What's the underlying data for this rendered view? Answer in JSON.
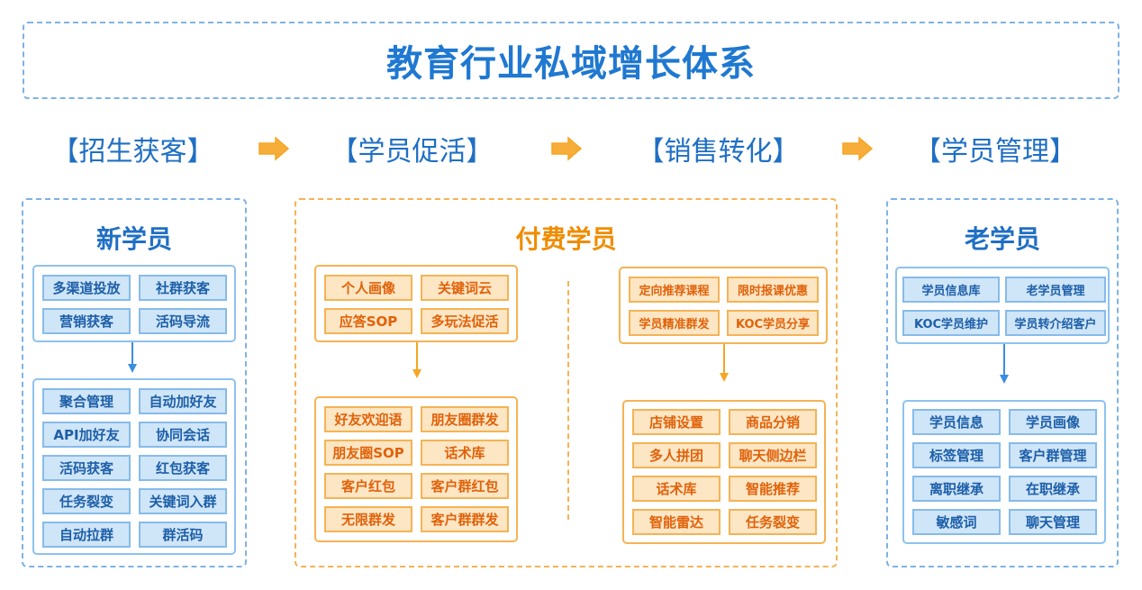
{
  "title": "教育行业私域增长体系",
  "stages": [
    "【招生获客】",
    "【学员促活】",
    "【销售转化】",
    "【学员管理】"
  ],
  "colors": {
    "blue_text": "#1f6fc4",
    "orange_text": "#f08c00",
    "blue_chip": "#cfe5f8",
    "orange_chip": "#fde6c4",
    "arrow_orange": "#f5a623",
    "arrow_blue": "#3b8de0"
  },
  "panels": {
    "new": {
      "title": "新学员",
      "group1": [
        "多渠道投放",
        "社群获客",
        "营销获客",
        "活码导流"
      ],
      "group2": [
        "聚合管理",
        "自动加好友",
        "API加好友",
        "协同会话",
        "活码获客",
        "红包获客",
        "任务裂变",
        "关键词入群",
        "自动拉群",
        "群活码"
      ]
    },
    "paid": {
      "title": "付费学员",
      "left_group1": [
        "个人画像",
        "关键词云",
        "应答SOP",
        "多玩法促活"
      ],
      "left_group2": [
        "好友欢迎语",
        "朋友圈群发",
        "朋友圈SOP",
        "话术库",
        "客户红包",
        "客户群红包",
        "无限群发",
        "客户群群发"
      ],
      "right_group1": [
        "定向推荐课程",
        "限时报课优惠",
        "学员精准群发",
        "KOC学员分享"
      ],
      "right_group2": [
        "店铺设置",
        "商品分销",
        "多人拼团",
        "聊天侧边栏",
        "话术库",
        "智能推荐",
        "智能雷达",
        "任务裂变"
      ]
    },
    "old": {
      "title": "老学员",
      "group1": [
        "学员信息库",
        "老学员管理",
        "KOC学员维护",
        "学员转介绍客户"
      ],
      "group2": [
        "学员信息",
        "学员画像",
        "标签管理",
        "客户群管理",
        "离职继承",
        "在职继承",
        "敏感词",
        "聊天管理"
      ]
    }
  }
}
